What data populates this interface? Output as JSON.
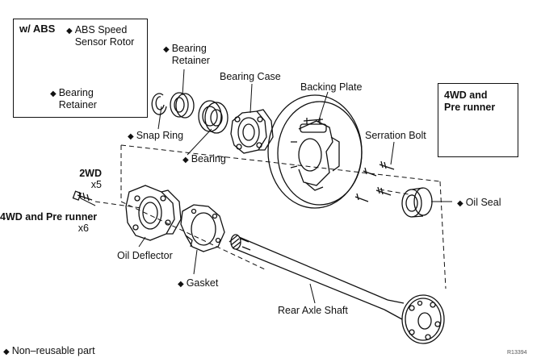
{
  "labels": {
    "abs_box_title": "w/  ABS",
    "abs_speed_sensor_rotor": "ABS Speed\nSensor Rotor",
    "bearing_retainer_abs": "Bearing\nRetainer",
    "bearing_retainer": "Bearing\nRetainer",
    "bearing_case": "Bearing Case",
    "backing_plate": "Backing Plate",
    "box_4wd_title": "4WD and\nPre runner",
    "serration_bolt": "Serration Bolt",
    "snap_ring": "Snap Ring",
    "bearing": "Bearing",
    "oil_seal": "Oil Seal",
    "qty_2wd_label": "2WD",
    "qty_2wd_value": "x5",
    "qty_4wd_label": "4WD and Pre runner",
    "qty_4wd_value": "x6",
    "oil_deflector": "Oil Deflector",
    "gasket": "Gasket",
    "rear_axle_shaft": "Rear Axle Shaft",
    "legend_non_reusable": "Non–reusable part",
    "figure_code": "R13394"
  },
  "symbols": {
    "non_reusable_marker": "◆"
  }
}
